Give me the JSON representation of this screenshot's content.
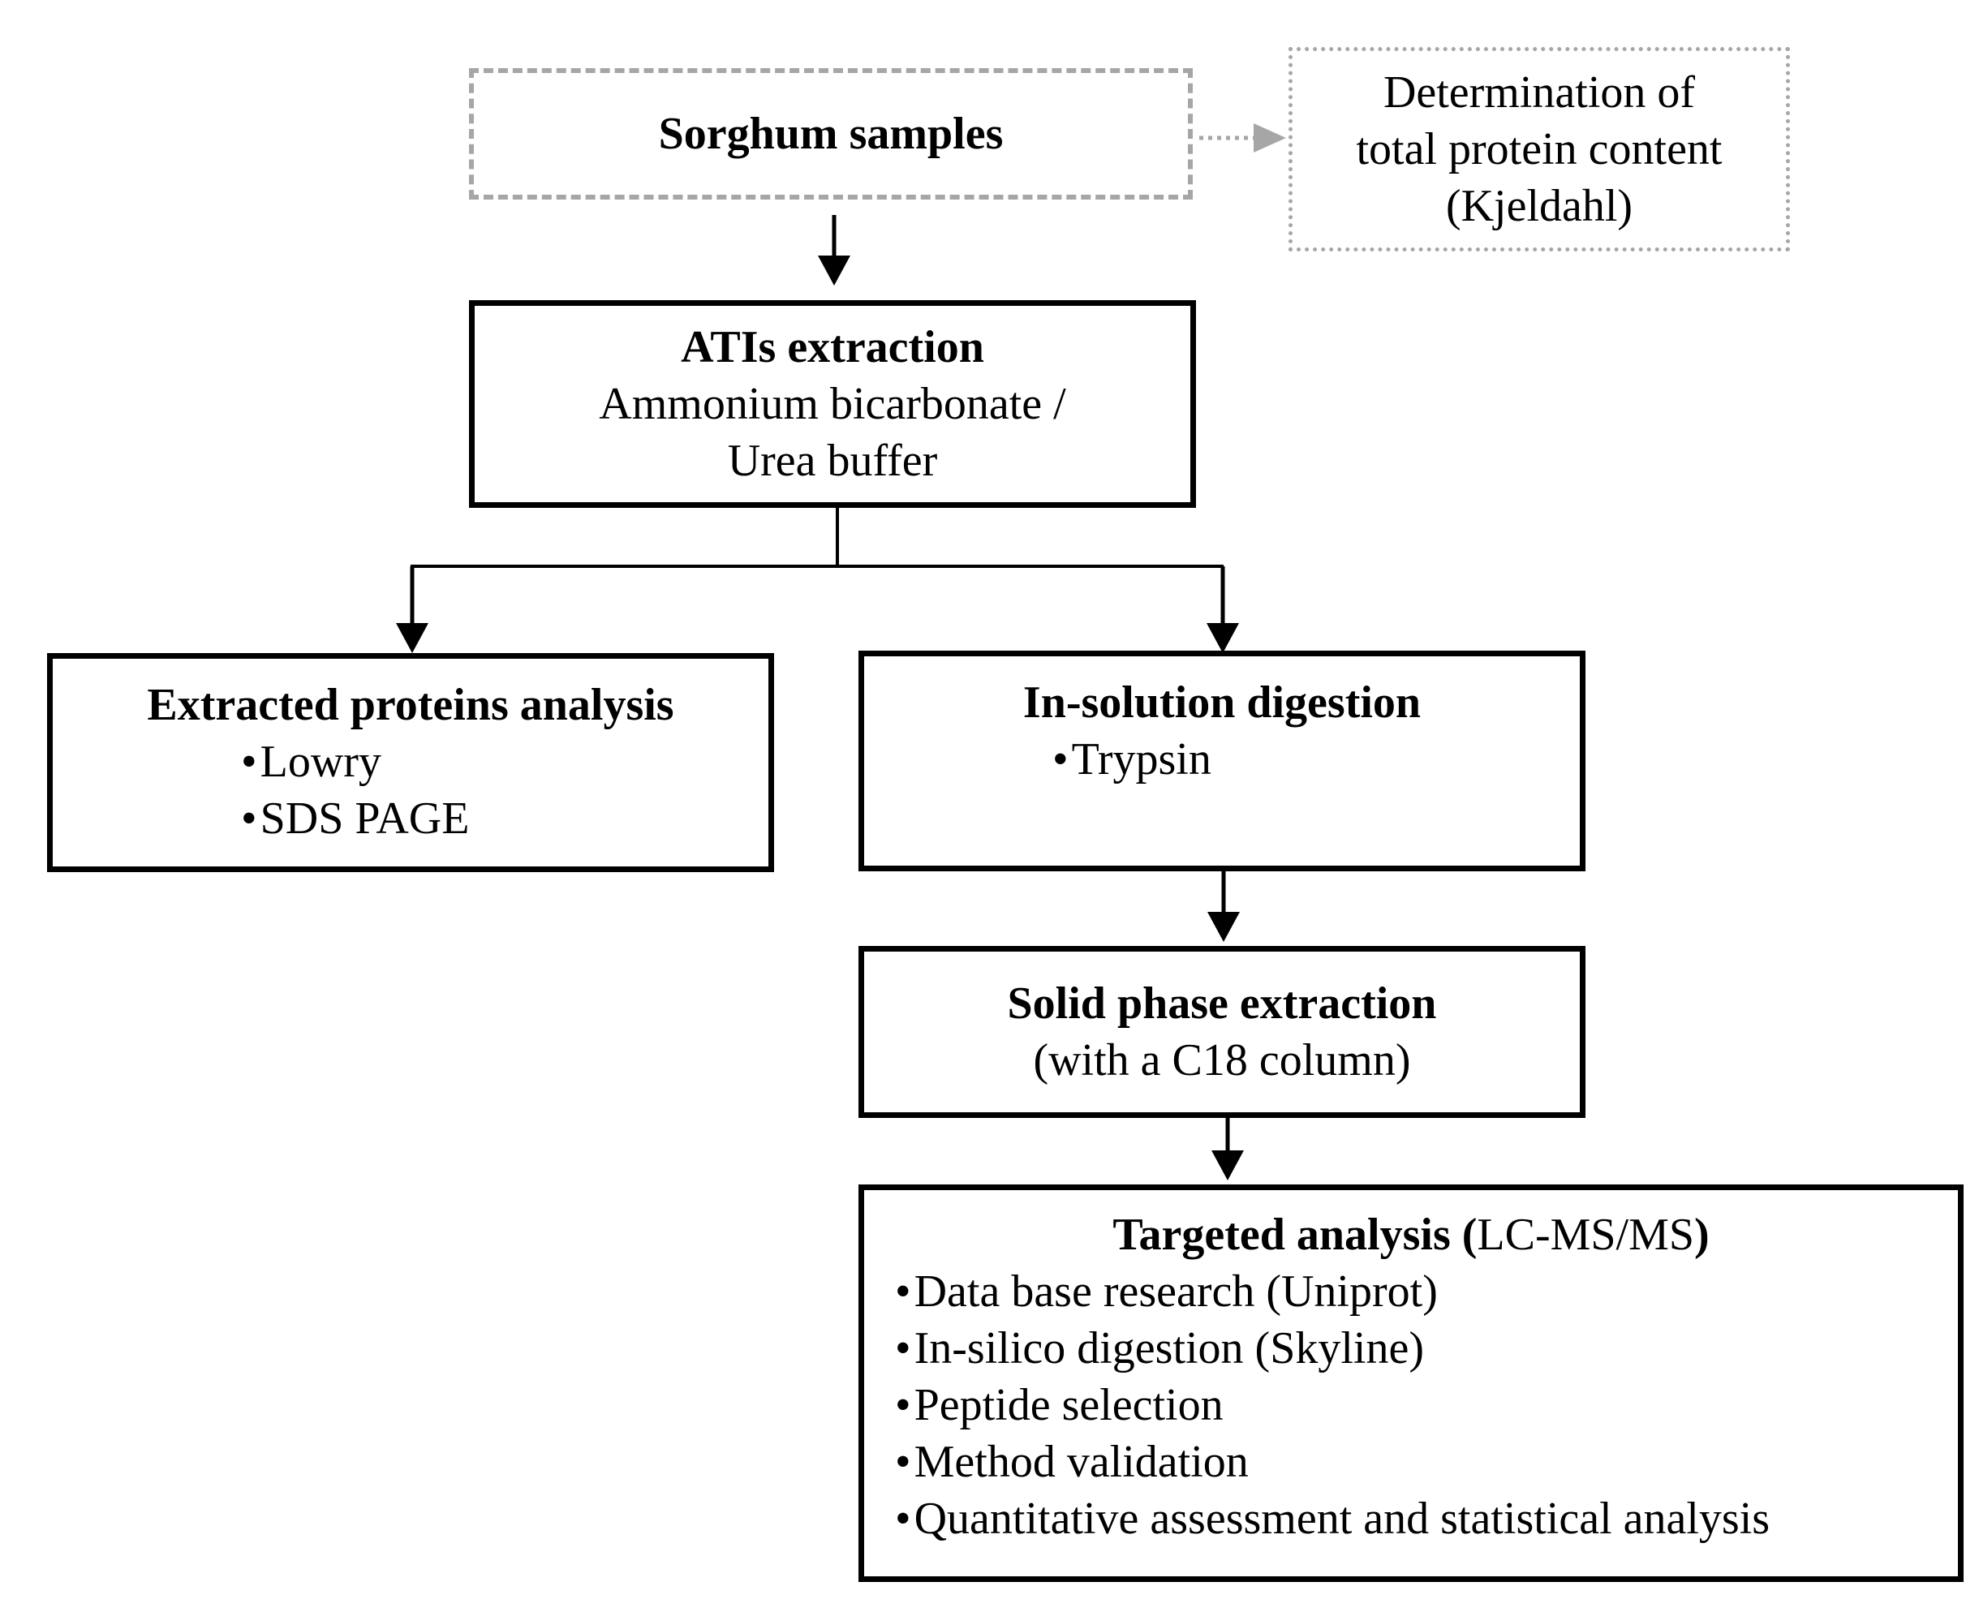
{
  "nodes": {
    "sorghum": {
      "title": "Sorghum samples"
    },
    "kjeldahl": {
      "lines": [
        "Determination of",
        "total protein content",
        "(Kjeldahl)"
      ]
    },
    "atis": {
      "title": "ATIs extraction",
      "lines": [
        "Ammonium bicarbonate /",
        "Urea buffer"
      ]
    },
    "extracted": {
      "title": "Extracted proteins analysis",
      "items": [
        "Lowry",
        "SDS PAGE"
      ]
    },
    "digestion": {
      "title": "In-solution digestion",
      "items": [
        "Trypsin"
      ]
    },
    "spe": {
      "title": "Solid phase extraction",
      "lines": [
        "(with a C18 column)"
      ]
    },
    "targeted": {
      "title_bold": "Targeted analysis (",
      "title_regular": "LC-MS/MS",
      "title_close": ")",
      "items": [
        "Data base research (Uniprot)",
        "In-silico digestion (Skyline)",
        "Peptide selection",
        "Method validation",
        "Quantitative assessment and statistical analysis"
      ]
    }
  },
  "colors": {
    "stroke": "#000000",
    "muted": "#a6a6a6"
  },
  "edges": [
    {
      "from": "sorghum",
      "to": "kjeldahl",
      "style": "dotted"
    },
    {
      "from": "sorghum",
      "to": "atis",
      "style": "solid"
    },
    {
      "from": "atis",
      "to": "extracted",
      "style": "solid"
    },
    {
      "from": "atis",
      "to": "digestion",
      "style": "solid"
    },
    {
      "from": "digestion",
      "to": "spe",
      "style": "solid"
    },
    {
      "from": "spe",
      "to": "targeted",
      "style": "solid"
    }
  ]
}
